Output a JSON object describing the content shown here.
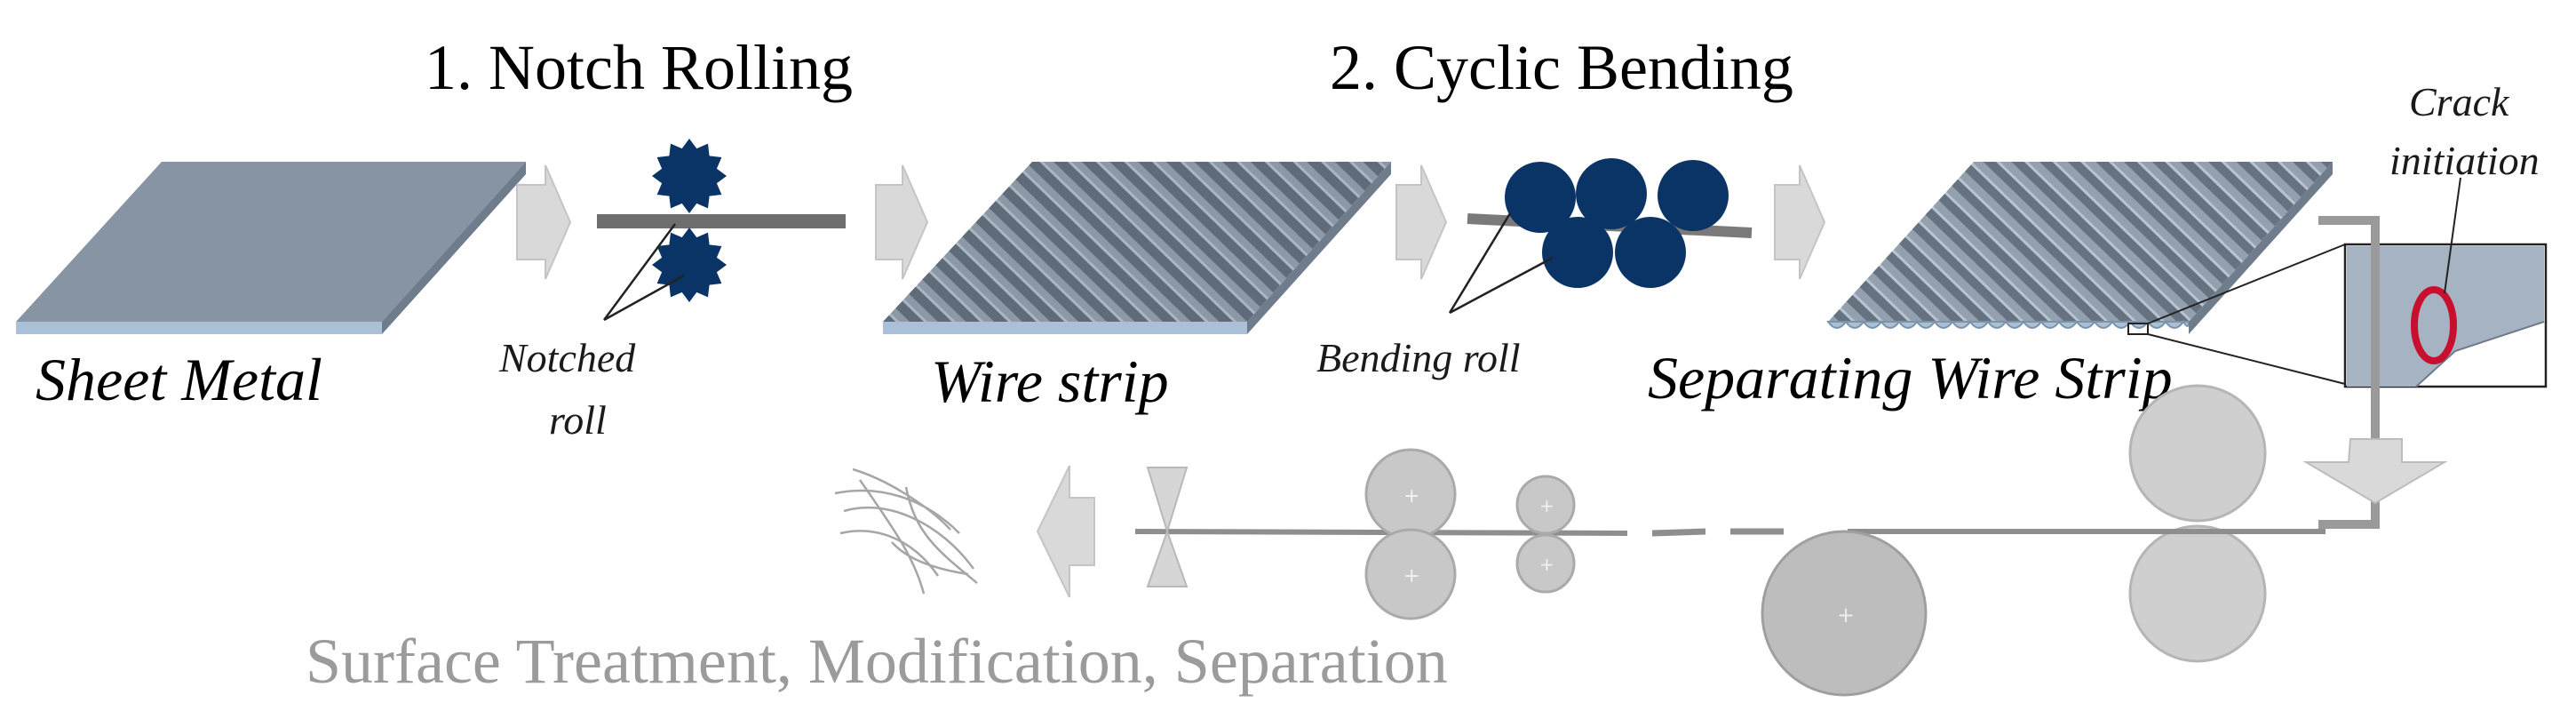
{
  "headings": {
    "step1": "1. Notch Rolling",
    "step2": "2. Cyclic Bending"
  },
  "labels": {
    "sheet_metal": "Sheet Metal",
    "notched_roll_line1": "Notched",
    "notched_roll_line2": "roll",
    "wire_strip": "Wire strip",
    "bending_roll": "Bending roll",
    "separating_wire_strip": "Separating Wire Strip",
    "crack_line1": "Crack",
    "crack_line2": "initiation",
    "bottom_process": "Surface Treatment, Modification, Separation"
  },
  "colors": {
    "navy": "#0b3466",
    "sheet_top": "#8794a3",
    "sheet_edge": "#a9c0d6",
    "arrow_fill": "#d9d9d9",
    "grey_roll": "#cfcfcf",
    "grey_roll_dark": "#bdbdbd",
    "crack_ring": "#c8102e",
    "bottom_text": "#9b9b9b"
  }
}
